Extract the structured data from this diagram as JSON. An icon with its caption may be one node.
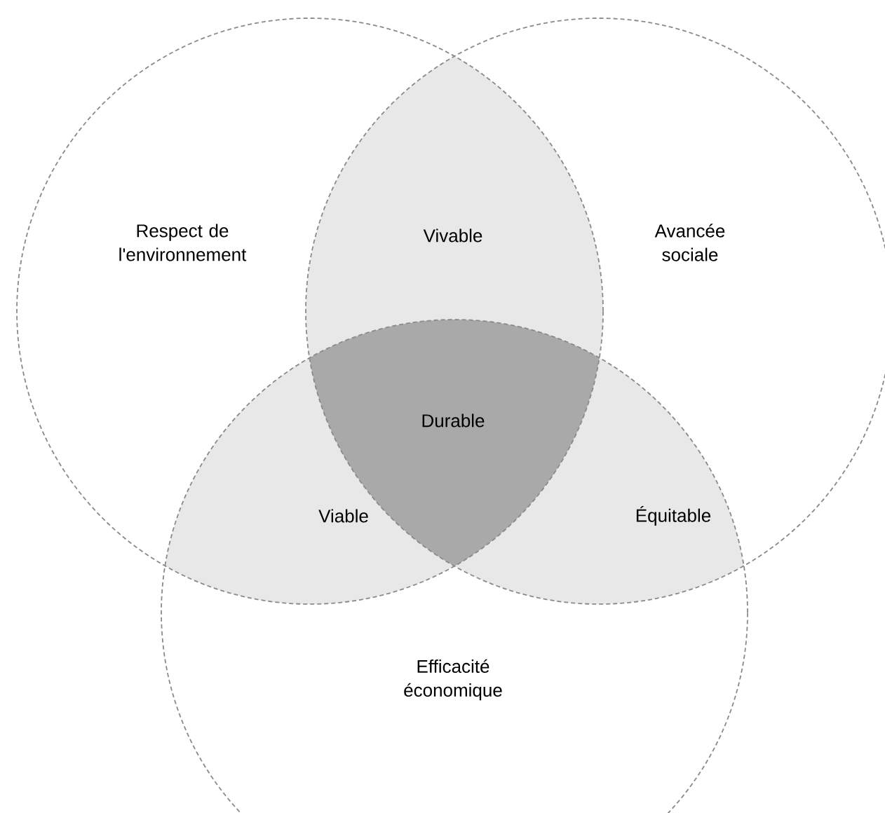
{
  "diagram": {
    "nodes": [
      {
        "text": [
          "Respect de l'environnement"
        ]
      },
      {
        "text": [
          "Avancée sociale"
        ]
      },
      {
        "text": [
          "Efficacité économique"
        ]
      },
      {
        "text": [
          "Vivable"
        ]
      },
      {
        "text": [
          "Viable"
        ]
      },
      {
        "text": [
          "Équitable"
        ]
      },
      {
        "text": [
          "Durable"
        ]
      }
    ]
  }
}
